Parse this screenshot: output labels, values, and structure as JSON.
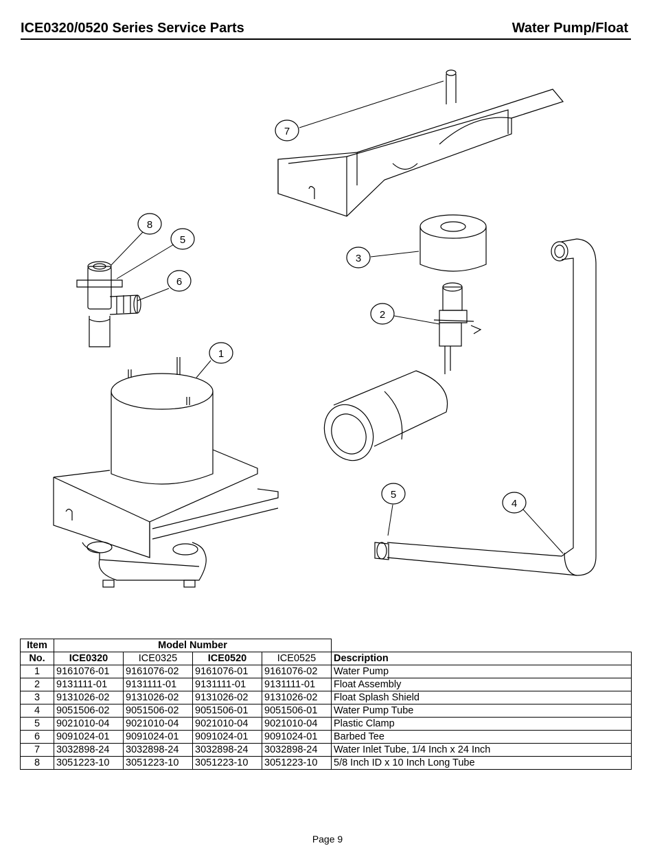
{
  "header": {
    "title_left": "ICE0320/0520 Series Service Parts",
    "title_right": "Water Pump/Float"
  },
  "callouts": {
    "c1": "1",
    "c2": "2",
    "c3": "3",
    "c4": "4",
    "c5a": "5",
    "c5b": "5",
    "c6": "6",
    "c7": "7",
    "c8": "8"
  },
  "table": {
    "head_item_line1": "Item",
    "head_item_line2": "No.",
    "head_model_number": "Model Number",
    "models": [
      "ICE0320",
      "ICE0325",
      "ICE0520",
      "ICE0525"
    ],
    "head_description": "Description",
    "rows": [
      {
        "item": "1",
        "p1": "9161076-01",
        "p2": "9161076-02",
        "p3": "9161076-01",
        "p4": "9161076-02",
        "desc": "Water Pump"
      },
      {
        "item": "2",
        "p1": "9131111-01",
        "p2": "9131111-01",
        "p3": "9131111-01",
        "p4": "9131111-01",
        "desc": "Float Assembly"
      },
      {
        "item": "3",
        "p1": "9131026-02",
        "p2": "9131026-02",
        "p3": "9131026-02",
        "p4": "9131026-02",
        "desc": "Float Splash Shield"
      },
      {
        "item": "4",
        "p1": "9051506-02",
        "p2": "9051506-02",
        "p3": "9051506-01",
        "p4": "9051506-01",
        "desc": "Water Pump Tube"
      },
      {
        "item": "5",
        "p1": "9021010-04",
        "p2": "9021010-04",
        "p3": "9021010-04",
        "p4": "9021010-04",
        "desc": "Plastic Clamp"
      },
      {
        "item": "6",
        "p1": "9091024-01",
        "p2": "9091024-01",
        "p3": "9091024-01",
        "p4": "9091024-01",
        "desc": "Barbed Tee"
      },
      {
        "item": "7",
        "p1": "3032898-24",
        "p2": "3032898-24",
        "p3": "3032898-24",
        "p4": "3032898-24",
        "desc": "Water Inlet Tube, 1/4 Inch x 24 Inch"
      },
      {
        "item": "8",
        "p1": "3051223-10",
        "p2": "3051223-10",
        "p3": "3051223-10",
        "p4": "3051223-10",
        "desc": "5/8 Inch ID x 10 Inch Long Tube"
      }
    ]
  },
  "footer": {
    "page": "Page 9"
  }
}
